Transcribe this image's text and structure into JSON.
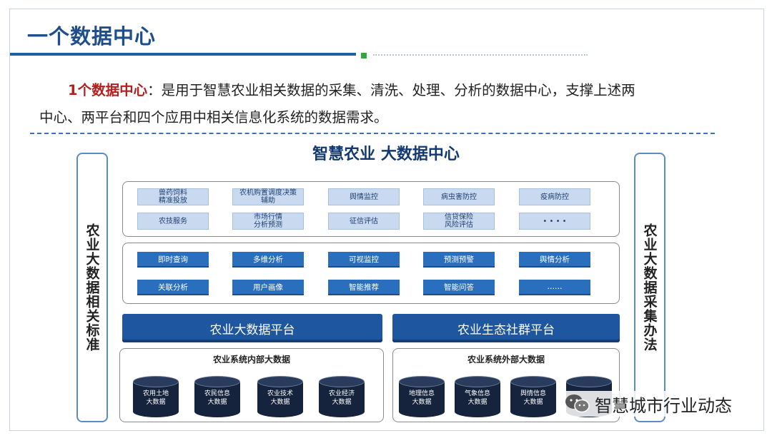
{
  "header": {
    "title": "一个数据中心"
  },
  "description": {
    "highlight": "1个数据中心",
    "line1_rest": "：是用于智慧农业相关数据的采集、清洗、处理、分析的数据中心，支撑上述两",
    "line2": "中心、两平台和四个应用中相关信息化系统的数据需求。"
  },
  "diagram": {
    "title": "智慧农业 大数据中心",
    "left_side": "农业大数据相关标准",
    "right_side": "农业大数据采集办法",
    "apps_row1": [
      "兽药饲料\n精准投放",
      "农机购置调度决策\n辅助",
      "舆情监控",
      "病虫害防控",
      "疫病防控"
    ],
    "apps_row2": [
      "农技服务",
      "市场行情\n分析预测",
      "征信评估",
      "信贷保险\n风险评估",
      "• • • •"
    ],
    "analysis_row1": [
      "即时查询",
      "多维分析",
      "可视监控",
      "预测预警",
      "舆情分析"
    ],
    "analysis_row2": [
      "关联分析",
      "用户画像",
      "智能推荐",
      "智能问答",
      "……"
    ],
    "platform_left": "农业大数据平台",
    "platform_right": "农业生态社群平台",
    "internal_title": "农业系统内部大数据",
    "internal_dbs": [
      "农用土地\n大数据",
      "农民信息\n大数据",
      "农业技术\n大数据",
      "农业经济\n大数据"
    ],
    "external_title": "农业系统外部大数据",
    "external_dbs": [
      "地理信息\n大数据",
      "气象信息\n大数据",
      "舆情信息\n大数据",
      ""
    ]
  },
  "watermark": {
    "text": "智慧城市行业动态",
    "icon": "wechat-icon"
  },
  "colors": {
    "title": "#1f4e8c",
    "highlight": "#b3201f",
    "platform": "#1f56a0",
    "analysis_box": "#2a6fbe",
    "app_box": "#c9daf0",
    "database": "#15233c"
  }
}
